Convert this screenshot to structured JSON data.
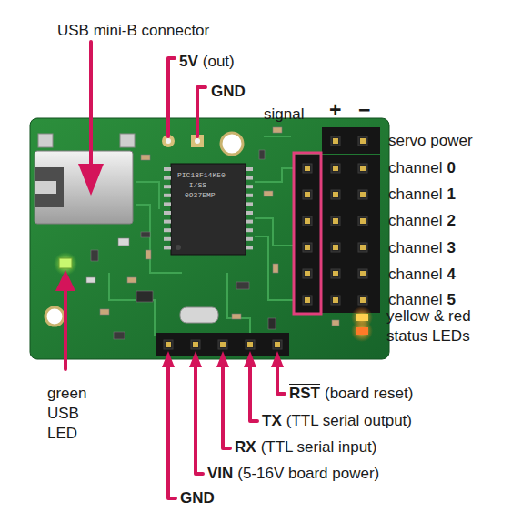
{
  "diagram": {
    "labels": [
      "USB mini-B connector",
      "5V",
      "(out)",
      "GND",
      "signal",
      "+",
      "−",
      "servo power",
      "channel",
      "0",
      "channel",
      "1",
      "channel",
      "2",
      "channel",
      "3",
      "channel",
      "4",
      "channel",
      "5",
      "yellow & red status LEDs",
      "green USB LED",
      "RST",
      "(board reset)",
      "TX",
      "(TTL serial output)",
      "RX",
      "(TTL serial input)",
      "VIN",
      "(5-16V board power)",
      "GND",
      "PIC18F14K50",
      "-I/SS",
      "0937EMP"
    ]
  }
}
